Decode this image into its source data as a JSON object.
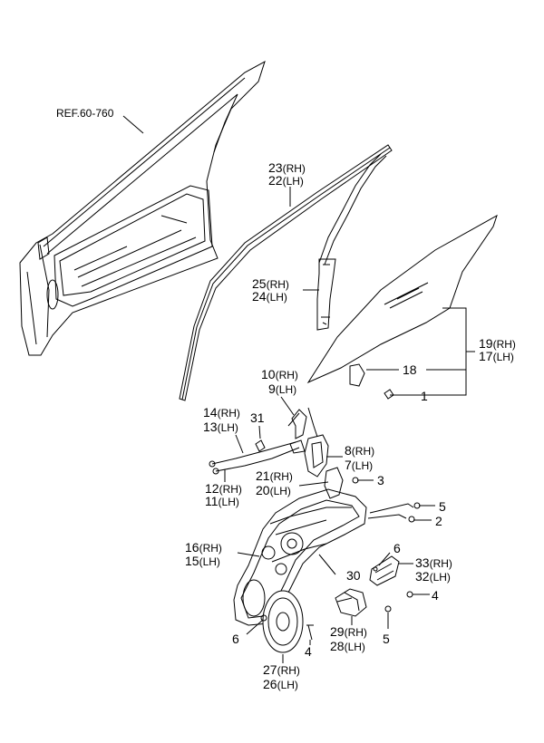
{
  "ref_label": "REF.60-760",
  "callouts": [
    {
      "id": "c23",
      "num": "23",
      "suffix": "(RH)"
    },
    {
      "id": "c22",
      "num": "22",
      "suffix": "(LH)"
    },
    {
      "id": "c25",
      "num": "25",
      "suffix": "(RH)"
    },
    {
      "id": "c24",
      "num": "24",
      "suffix": "(LH)"
    },
    {
      "id": "c19",
      "num": "19",
      "suffix": "(RH)"
    },
    {
      "id": "c17",
      "num": "17",
      "suffix": "(LH)"
    },
    {
      "id": "c18",
      "num": "18",
      "suffix": ""
    },
    {
      "id": "c1",
      "num": "1",
      "suffix": ""
    },
    {
      "id": "c10",
      "num": "10",
      "suffix": "(RH)"
    },
    {
      "id": "c9",
      "num": "9",
      "suffix": "(LH)"
    },
    {
      "id": "c14",
      "num": "14",
      "suffix": "(RH)"
    },
    {
      "id": "c13",
      "num": "13",
      "suffix": "(LH)"
    },
    {
      "id": "c31",
      "num": "31",
      "suffix": ""
    },
    {
      "id": "c8",
      "num": "8",
      "suffix": "(RH)"
    },
    {
      "id": "c7",
      "num": "7",
      "suffix": "(LH)"
    },
    {
      "id": "c21",
      "num": "21",
      "suffix": "(RH)"
    },
    {
      "id": "c20",
      "num": "20",
      "suffix": "(LH)"
    },
    {
      "id": "c3",
      "num": "3",
      "suffix": ""
    },
    {
      "id": "c12",
      "num": "12",
      "suffix": "(RH)"
    },
    {
      "id": "c11",
      "num": "11",
      "suffix": "(LH)"
    },
    {
      "id": "c5a",
      "num": "5",
      "suffix": ""
    },
    {
      "id": "c2",
      "num": "2",
      "suffix": ""
    },
    {
      "id": "c16",
      "num": "16",
      "suffix": "(RH)"
    },
    {
      "id": "c15",
      "num": "15",
      "suffix": "(LH)"
    },
    {
      "id": "c6a",
      "num": "6",
      "suffix": ""
    },
    {
      "id": "c33",
      "num": "33",
      "suffix": "(RH)"
    },
    {
      "id": "c32",
      "num": "32",
      "suffix": "(LH)"
    },
    {
      "id": "c30",
      "num": "30",
      "suffix": ""
    },
    {
      "id": "c4a",
      "num": "4",
      "suffix": ""
    },
    {
      "id": "c29",
      "num": "29",
      "suffix": "(RH)"
    },
    {
      "id": "c28",
      "num": "28",
      "suffix": "(LH)"
    },
    {
      "id": "c6b",
      "num": "6",
      "suffix": ""
    },
    {
      "id": "c5b",
      "num": "5",
      "suffix": ""
    },
    {
      "id": "c4b",
      "num": "4",
      "suffix": ""
    },
    {
      "id": "c27",
      "num": "27",
      "suffix": "(RH)"
    },
    {
      "id": "c26",
      "num": "26",
      "suffix": "(LH)"
    }
  ]
}
